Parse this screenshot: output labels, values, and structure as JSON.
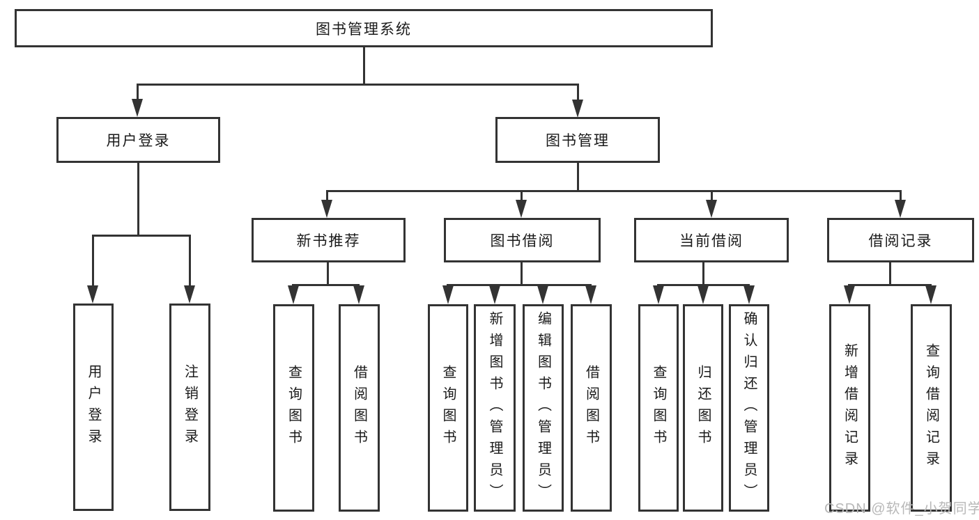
{
  "root_label": "图书管理系统",
  "nodes": {
    "user_login": {
      "label": "用户登录",
      "children": {
        "login": "用户登录",
        "logout": "注销登录"
      }
    },
    "book_mgmt": {
      "label": "图书管理",
      "children": {
        "new_book": {
          "label": "新书推荐",
          "children": {
            "query": "查询图书",
            "borrow": "借阅图书"
          }
        },
        "book_borrow": {
          "label": "图书借阅",
          "children": {
            "query": "查询图书",
            "add": "新增图书（管理员）",
            "edit": "编辑图书（管理员）",
            "borrow": "借阅图书"
          }
        },
        "current_borrow": {
          "label": "当前借阅",
          "children": {
            "query": "查询图书",
            "return": "归还图书",
            "confirm": "确认归还（管理员）"
          }
        },
        "borrow_record": {
          "label": "借阅记录",
          "children": {
            "add": "新增借阅记录",
            "query": "查询借阅记录"
          }
        }
      }
    }
  },
  "watermark": "CSDN @软件_小贺同学",
  "colors": {
    "line": "#333333",
    "text": "#1a1a1a",
    "watermark": "#b8b8b8",
    "box_bg": "#ffffff",
    "page_bg": "#ffffff"
  }
}
